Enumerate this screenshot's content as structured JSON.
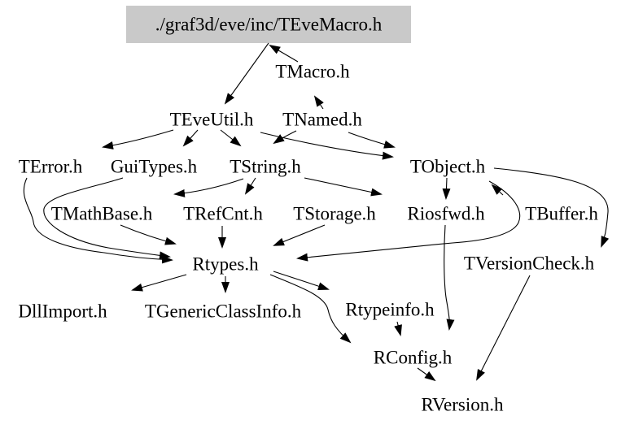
{
  "diagram": {
    "type": "include-dependency-graph",
    "title_node_fill": "#c9c9c9",
    "edge_color": "#000000",
    "background": "#ffffff",
    "nodes": [
      {
        "id": "TEveMacro",
        "label": "./graf3d/eve/inc/TEveMacro.h"
      },
      {
        "id": "TMacro",
        "label": "TMacro.h"
      },
      {
        "id": "TEveUtil",
        "label": "TEveUtil.h"
      },
      {
        "id": "TNamed",
        "label": "TNamed.h"
      },
      {
        "id": "TError",
        "label": "TError.h"
      },
      {
        "id": "GuiTypes",
        "label": "GuiTypes.h"
      },
      {
        "id": "TString",
        "label": "TString.h"
      },
      {
        "id": "TObject",
        "label": "TObject.h"
      },
      {
        "id": "TMathBase",
        "label": "TMathBase.h"
      },
      {
        "id": "TRefCnt",
        "label": "TRefCnt.h"
      },
      {
        "id": "TStorage",
        "label": "TStorage.h"
      },
      {
        "id": "Riosfwd",
        "label": "Riosfwd.h"
      },
      {
        "id": "TBuffer",
        "label": "TBuffer.h"
      },
      {
        "id": "Rtypes",
        "label": "Rtypes.h"
      },
      {
        "id": "TVersionCheck",
        "label": "TVersionCheck.h"
      },
      {
        "id": "DllImport",
        "label": "DllImport.h"
      },
      {
        "id": "TGenericClassInfo",
        "label": "TGenericClassInfo.h"
      },
      {
        "id": "Rtypeinfo",
        "label": "Rtypeinfo.h"
      },
      {
        "id": "RConfig",
        "label": "RConfig.h"
      },
      {
        "id": "RVersion",
        "label": "RVersion.h"
      }
    ],
    "edges": [
      {
        "from": "TEveMacro",
        "to": "TEveUtil"
      },
      {
        "from": "TMacro",
        "to": "TEveMacro"
      },
      {
        "from": "TNamed",
        "to": "TMacro"
      },
      {
        "from": "TEveUtil",
        "to": "TError"
      },
      {
        "from": "TEveUtil",
        "to": "GuiTypes"
      },
      {
        "from": "TEveUtil",
        "to": "TString"
      },
      {
        "from": "TEveUtil",
        "to": "TObject"
      },
      {
        "from": "TNamed",
        "to": "TString"
      },
      {
        "from": "TNamed",
        "to": "TObject"
      },
      {
        "from": "TString",
        "to": "TMathBase"
      },
      {
        "from": "TString",
        "to": "TRefCnt"
      },
      {
        "from": "TString",
        "to": "TStorage"
      },
      {
        "from": "TObject",
        "to": "Riosfwd"
      },
      {
        "from": "TObject",
        "to": "Rtypes"
      },
      {
        "from": "TObject",
        "to": "TVersionCheck"
      },
      {
        "from": "TBuffer",
        "to": "TObject"
      },
      {
        "from": "TError",
        "to": "Rtypes"
      },
      {
        "from": "GuiTypes",
        "to": "Rtypes"
      },
      {
        "from": "TMathBase",
        "to": "Rtypes"
      },
      {
        "from": "TRefCnt",
        "to": "Rtypes"
      },
      {
        "from": "TStorage",
        "to": "Rtypes"
      },
      {
        "from": "Riosfwd",
        "to": "RConfig"
      },
      {
        "from": "Rtypes",
        "to": "DllImport"
      },
      {
        "from": "Rtypes",
        "to": "TGenericClassInfo"
      },
      {
        "from": "Rtypes",
        "to": "Rtypeinfo"
      },
      {
        "from": "Rtypes",
        "to": "RConfig"
      },
      {
        "from": "Rtypeinfo",
        "to": "RConfig"
      },
      {
        "from": "RConfig",
        "to": "RVersion"
      },
      {
        "from": "TVersionCheck",
        "to": "RVersion"
      }
    ]
  }
}
